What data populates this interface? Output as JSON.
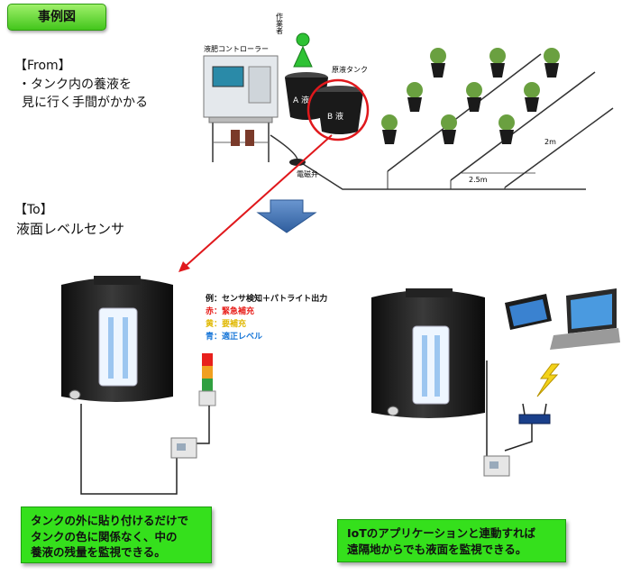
{
  "badge": "事例図",
  "from": {
    "heading": "【From】",
    "line1": "・タンク内の養液を",
    "line2": "見に行く手間がかかる"
  },
  "to": {
    "heading": "【To】",
    "label": "液面レベルセンサ"
  },
  "diagram": {
    "worker": "作業者",
    "controller": "液肥コントローラー",
    "stock_tank": "原液タンク",
    "tank_a": "A 液",
    "tank_b": "B 液",
    "valve": "電磁弁",
    "dim_2m": "2m",
    "dim_25m": "2.5m"
  },
  "legend": {
    "title": "例：センサ検知＋パトライト出力",
    "red": "赤：緊急補充",
    "yellow": "黄：要補充",
    "blue": "青：適正レベル",
    "colors": {
      "red": "#e8201c",
      "yellow": "#e0b800",
      "blue": "#1a78d8"
    }
  },
  "notes": {
    "left": [
      "タンクの外に貼り付けるだけで",
      "タンクの色に関係なく、中の",
      "養液の残量を監視できる。"
    ],
    "right": [
      "IoTのアプリケーションと連動すれば",
      "遠隔地からでも液面を監視できる。"
    ]
  }
}
